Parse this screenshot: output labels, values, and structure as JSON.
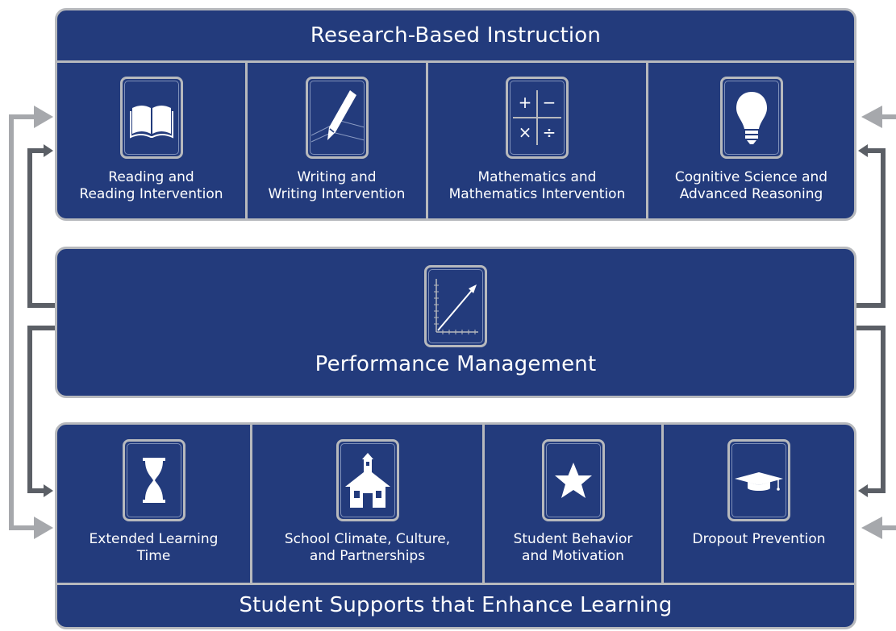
{
  "top_band": {
    "title": "Research-Based Instruction",
    "items": [
      {
        "label": "Reading and\nReading Intervention",
        "icon": "open-book-icon"
      },
      {
        "label": "Writing and\nWriting Intervention",
        "icon": "pencil-icon"
      },
      {
        "label": "Mathematics and\nMathematics Intervention",
        "icon": "math-operators-icon",
        "symbols": [
          "+",
          "−",
          "×",
          "÷"
        ]
      },
      {
        "label": "Cognitive Science and\nAdvanced Reasoning",
        "icon": "lightbulb-icon"
      }
    ]
  },
  "middle_band": {
    "title": "Performance Management",
    "icon": "growth-chart-icon"
  },
  "bottom_band": {
    "title": "Student Supports that Enhance Learning",
    "items": [
      {
        "label": "Extended Learning\nTime",
        "icon": "hourglass-icon"
      },
      {
        "label": "School Climate, Culture,\nand Partnerships",
        "icon": "schoolhouse-icon"
      },
      {
        "label": "Student Behavior\nand Motivation",
        "icon": "star-icon"
      },
      {
        "label": "Dropout Prevention",
        "icon": "graduation-cap-icon"
      }
    ]
  },
  "colors": {
    "panel_fill": "#233b7c",
    "panel_border": "#b7b9bd",
    "dark_arrow": "#5b5f66",
    "light_arrow": "#a6a8ac",
    "text": "#ffffff"
  }
}
